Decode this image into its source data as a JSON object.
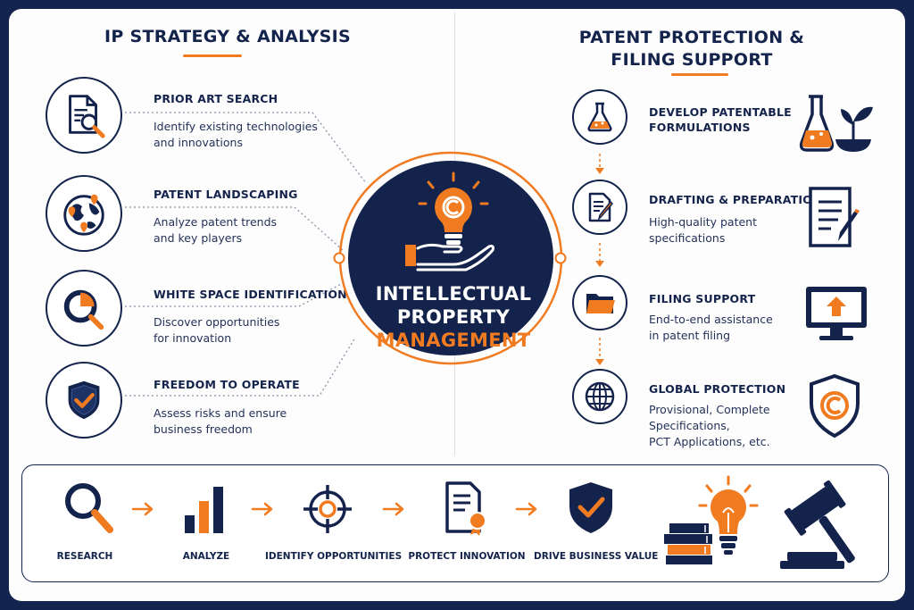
{
  "left": {
    "title": "IP STRATEGY & ANALYSIS",
    "items": [
      {
        "heading": "PRIOR ART SEARCH",
        "desc": [
          "Identify existing technologies",
          "and innovations"
        ],
        "icon": "document-search-icon"
      },
      {
        "heading": "PATENT LANDSCAPING",
        "desc": [
          "Analyze patent trends",
          "and key players"
        ],
        "icon": "globe-pins-icon"
      },
      {
        "heading": "WHITE SPACE IDENTIFICATION",
        "desc": [
          "Discover opportunities",
          "for innovation"
        ],
        "icon": "pie-magnifier-icon"
      },
      {
        "heading": "FREEDOM TO OPERATE",
        "desc": [
          "Assess risks and ensure",
          "business freedom"
        ],
        "icon": "shield-check-icon"
      }
    ]
  },
  "center": {
    "line1": "INTELLECTUAL",
    "line2": "PROPERTY",
    "line3": "MANAGEMENT",
    "icon": "lightbulb-copyright-hand-icon"
  },
  "right": {
    "title": [
      "PATENT PROTECTION &",
      "FILING SUPPORT"
    ],
    "items": [
      {
        "heading": [
          "DEVELOP PATENTABLE",
          "FORMULATIONS"
        ],
        "desc": [],
        "icon": "flask-icon"
      },
      {
        "heading": [
          "DRAFTING & PREPARATION"
        ],
        "desc": [
          "High-quality patent",
          "specifications"
        ],
        "icon": "document-pen-icon"
      },
      {
        "heading": [
          "FILING SUPPORT"
        ],
        "desc": [
          "End-to-end assistance",
          "in patent filing"
        ],
        "icon": "folder-icon"
      },
      {
        "heading": [
          "GLOBAL PROTECTION"
        ],
        "desc": [
          "Provisional, Complete",
          "Specifications,",
          "PCT Applications, etc."
        ],
        "icon": "globe-grid-icon"
      }
    ]
  },
  "steps": [
    {
      "label": "RESEARCH",
      "icon": "magnifier-icon"
    },
    {
      "label": "ANALYZE",
      "icon": "bar-chart-icon"
    },
    {
      "label": "IDENTIFY OPPORTUNITIES",
      "icon": "target-icon"
    },
    {
      "label": "PROTECT INNOVATION",
      "icon": "certificate-icon"
    },
    {
      "label": "DRIVE BUSINESS VALUE",
      "icon": "shield-check-icon"
    }
  ],
  "colors": {
    "navy": "#14234b",
    "orange": "#f07b21"
  }
}
